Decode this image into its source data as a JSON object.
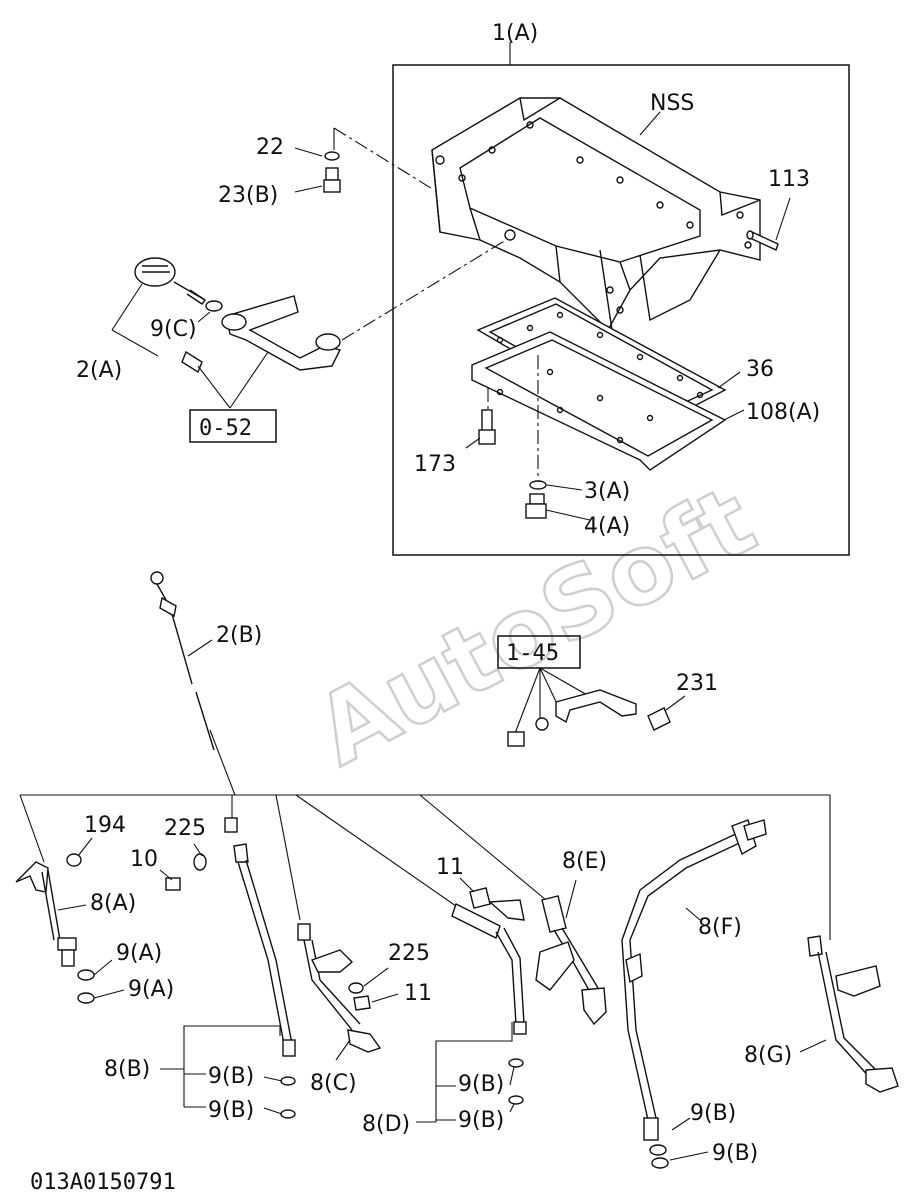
{
  "labels": {
    "l1A": "1(A)",
    "lNSS": "NSS",
    "l22": "22",
    "l23B": "23(B)",
    "l113": "113",
    "l9C": "9(C)",
    "l2A": "2(A)",
    "lRef052": "0-52",
    "l36": "36",
    "l108A": "108(A)",
    "l173": "173",
    "l3A": "3(A)",
    "l4A": "4(A)",
    "l2B": "2(B)",
    "lRef145": "1-45",
    "l231": "231",
    "l194": "194",
    "l225a": "225",
    "l10": "10",
    "l8A": "8(A)",
    "l9Aa": "9(A)",
    "l9Ab": "9(A)",
    "l11a": "11",
    "l8E": "8(E)",
    "l8F": "8(F)",
    "l225b": "225",
    "l11b": "11",
    "l8G": "8(G)",
    "l8B": "8(B)",
    "l9Ba": "9(B)",
    "l9Bb": "9(B)",
    "l8C": "8(C)",
    "l9Bc": "9(B)",
    "l8D": "8(D)",
    "l9Bd": "9(B)",
    "l9Be": "9(B)",
    "l9Bf": "9(B)"
  },
  "watermark": "AutoSoft",
  "drawing_number": "013A0150791"
}
